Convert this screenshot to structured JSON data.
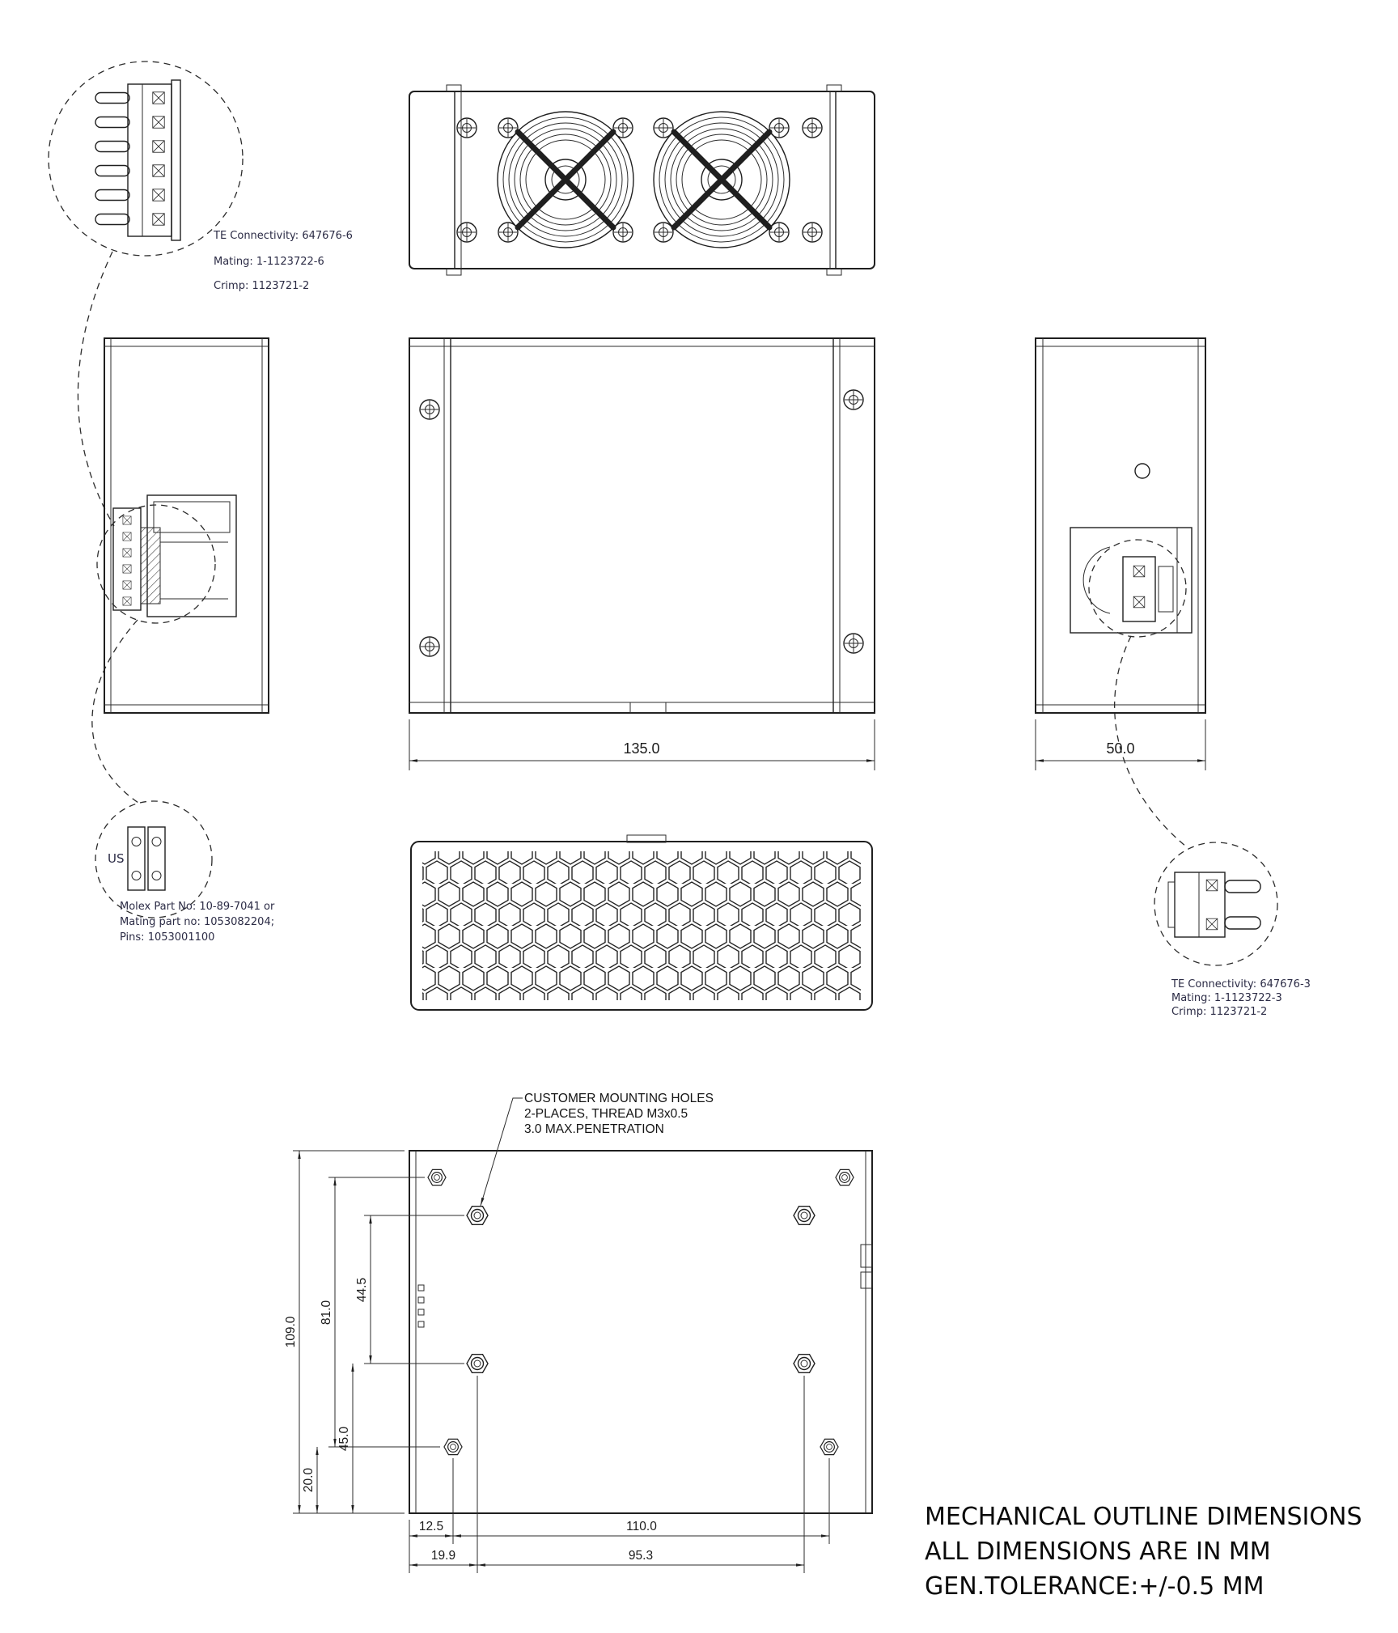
{
  "connector_details": {
    "te6": {
      "lines": [
        "TE Connectivity: 647676-6",
        "Mating: 1-1123722-6",
        "Crimp: 1123721-2"
      ]
    },
    "molex": {
      "tag": "US",
      "lines": [
        "Molex Part No: 10-89-7041 or",
        "Mating part no: 1053082204;",
        "Pins: 1053001100"
      ]
    },
    "te3": {
      "lines": [
        "TE Connectivity: 647676-3",
        "Mating: 1-1123722-3",
        "Crimp: 1123721-2"
      ]
    }
  },
  "callout": {
    "lines": [
      "CUSTOMER MOUNTING HOLES",
      "2-PLACES, THREAD M3x0.5",
      "3.0 MAX.PENETRATION"
    ]
  },
  "dimensions": {
    "front_width_mm": "135.0",
    "side_depth_mm": "50.0",
    "bottom": {
      "overall_height": "109.0",
      "hole_span_vertical": "81.0",
      "hole_pitch_vertical": "44.5",
      "bottom_hole_offset": "20.0",
      "mid_hole_offset": "45.0",
      "left_hole_offset_a": "12.5",
      "left_hole_offset_b": "19.9",
      "hole_span_horizontal": "110.0",
      "hole_pitch_horizontal": "95.3"
    }
  },
  "notes": {
    "lines": [
      "MECHANICAL OUTLINE DIMENSIONS",
      "ALL DIMENSIONS ARE IN MM",
      "GEN.TOLERANCE:+/-0.5 MM"
    ]
  },
  "colors": {
    "ink": "#1f1f1f",
    "part_text": "#2b2b45",
    "background": "#ffffff"
  }
}
